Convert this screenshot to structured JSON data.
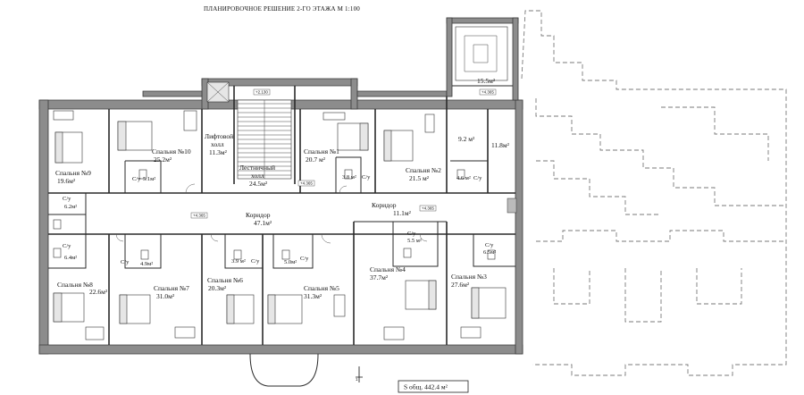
{
  "title": "ПЛАНИРОВОЧНОЕ РЕШЕНИЕ 2-ГО ЭТАЖА   М 1:100",
  "total_area": "S общ. 442.4 м²",
  "rooms": [
    {
      "key": "bedroom10",
      "name": "Спальня №10",
      "area": "25.2м²"
    },
    {
      "key": "lift_hall",
      "name": "Лифтовой холл",
      "name1": "Лифтовой",
      "name2": "холл",
      "area": "11.3м²"
    },
    {
      "key": "stair_hall",
      "name1": "Лестничный",
      "name2": "холл",
      "area": "24.5м²"
    },
    {
      "key": "bedroom1",
      "name": "Спальня №1",
      "area": "20.7 м²"
    },
    {
      "key": "bedroom2",
      "name": "Спальня №2",
      "area": "21.5 м²"
    },
    {
      "key": "room_9_2",
      "area": "9.2 м²"
    },
    {
      "key": "room_11_8",
      "area": "11.8м²"
    },
    {
      "key": "room_15_5",
      "area": "15.5м²"
    },
    {
      "key": "bedroom9",
      "name": "Спальня №9",
      "area": "19.6м²"
    },
    {
      "key": "wc_5_1",
      "name": "С/у",
      "area": "5.1м²"
    },
    {
      "key": "wc_3_8",
      "name": "С/у",
      "area": "3.8 м²"
    },
    {
      "key": "wc_4_6",
      "name": "С/у",
      "area": "4.6 м²"
    },
    {
      "key": "wc_6_2",
      "name": "С/у",
      "area": "6.2м²"
    },
    {
      "key": "corridor_main",
      "name": "Коридор",
      "area": "47.1м²"
    },
    {
      "key": "corridor_right",
      "name": "Коридор",
      "area": "11.1м²"
    },
    {
      "key": "wc_6_4",
      "name": "С/у",
      "area": "6.4м²"
    },
    {
      "key": "wc_4_9",
      "name": "С/у",
      "area": "4.9м²"
    },
    {
      "key": "wc_3_9",
      "name": "С/у",
      "area": "3.9 м²"
    },
    {
      "key": "wc_5_0",
      "name": "С/у",
      "area": "5.0м²"
    },
    {
      "key": "wc_5_5",
      "name": "С/у",
      "area": "5.5 м²"
    },
    {
      "key": "wc_6_5",
      "name": "С/у",
      "area": "6.5м²"
    },
    {
      "key": "bedroom8",
      "name": "Спальня №8",
      "area": "22.6м²"
    },
    {
      "key": "bedroom7",
      "name": "Спальня №7",
      "area": "31.0м²"
    },
    {
      "key": "bedroom6",
      "name": "Спальня №6",
      "area": "20.3м²"
    },
    {
      "key": "bedroom5",
      "name": "Спальня №5",
      "area": "31.3м²"
    },
    {
      "key": "bedroom4",
      "name": "Спальня №4",
      "area": "37.7м²"
    },
    {
      "key": "bedroom3",
      "name": "Спальня №3",
      "area": "27.6м²"
    }
  ],
  "levels": {
    "lvl_a": "+2.130",
    "lvl_b": "+4.365",
    "lvl_c": "+4.365",
    "lvl_d": "+4.365",
    "lvl_e": "+4.365"
  },
  "section_mark": "1"
}
